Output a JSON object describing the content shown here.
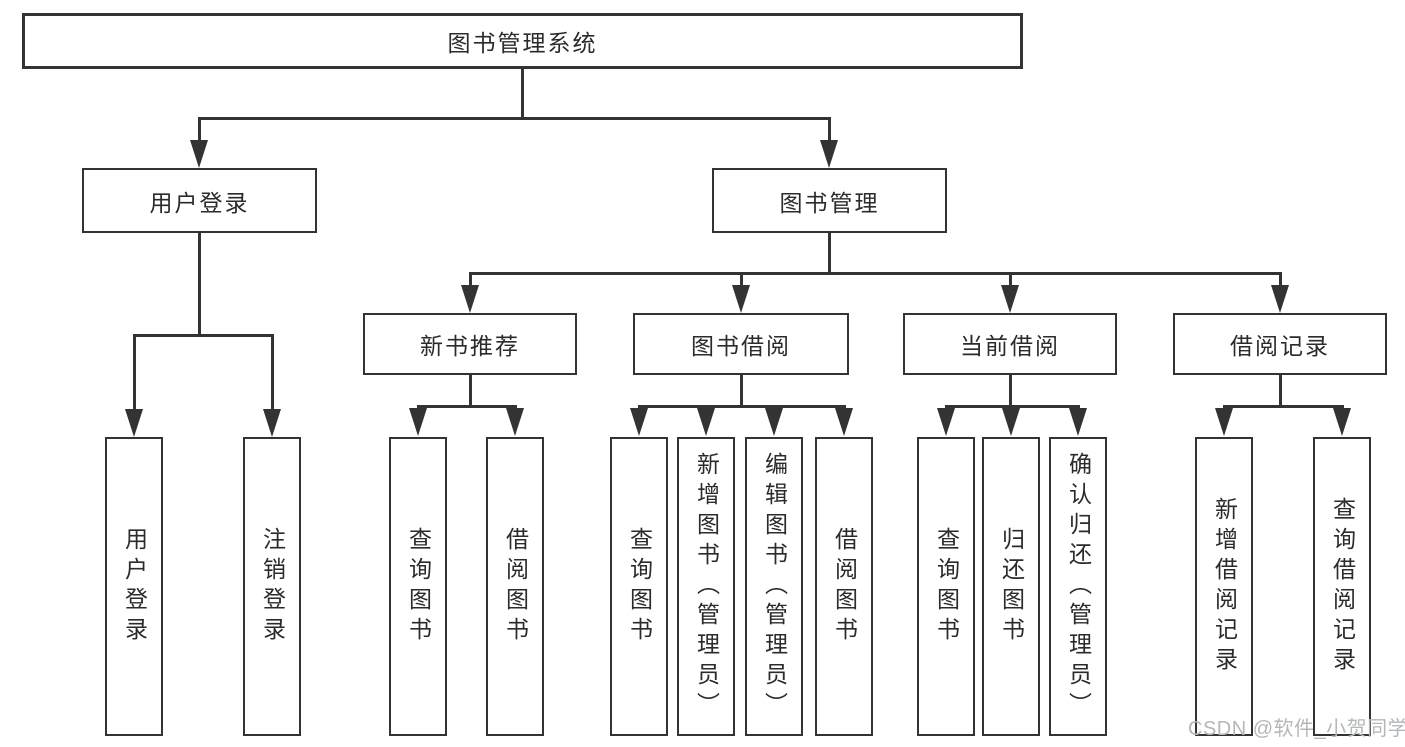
{
  "colors": {
    "line": "#333333",
    "text": "#2b2b2b",
    "watermark": "#b4b7ba"
  },
  "watermark": "CSDN @软件_小贺同学",
  "nodes": {
    "root": "图书管理系统",
    "user_login": "用户登录",
    "book_mgmt": "图书管理",
    "new_book_rec": "新书推荐",
    "book_borrow": "图书借阅",
    "current_borrow": "当前借阅",
    "borrow_records": "借阅记录",
    "leaf_user_login": "用户登录",
    "leaf_logout": "注销登录",
    "leaf_nb_query_book": "查询图书",
    "leaf_nb_borrow_book": "借阅图书",
    "leaf_bb_query_book": "查询图书",
    "leaf_bb_add_book": "新增图书（管理员）",
    "leaf_bb_edit_book": "编辑图书（管理员）",
    "leaf_bb_borrow_book": "借阅图书",
    "leaf_cb_query_book": "查询图书",
    "leaf_cb_return_book": "归还图书",
    "leaf_cb_confirm_return": "确认归还（管理员）",
    "leaf_br_add_record": "新增借阅记录",
    "leaf_br_query_record": "查询借阅记录"
  }
}
